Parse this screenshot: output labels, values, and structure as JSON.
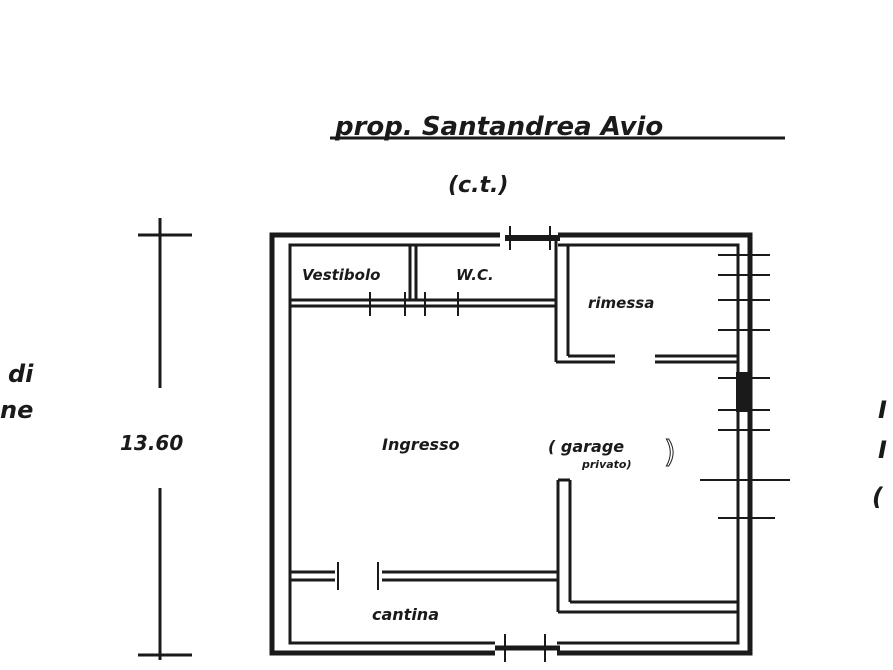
{
  "owner_label": "prop. Santandrea Avio",
  "owner_sub": "(c.t.)",
  "dimension_label": "13.60",
  "rooms": {
    "vestibolo": "Vestibolo",
    "wc": "W.C.",
    "rimessa": "rimessa",
    "ingresso": "Ingresso",
    "garage": "( garage",
    "garage_sub": "privato)",
    "cantina": "cantina"
  },
  "fragments": {
    "left_1": "di",
    "left_2": "ne",
    "right_1": "I",
    "right_2": "I",
    "right_3": "("
  },
  "colors": {
    "ink": "#1a1a1a",
    "paper": "#ffffff"
  }
}
